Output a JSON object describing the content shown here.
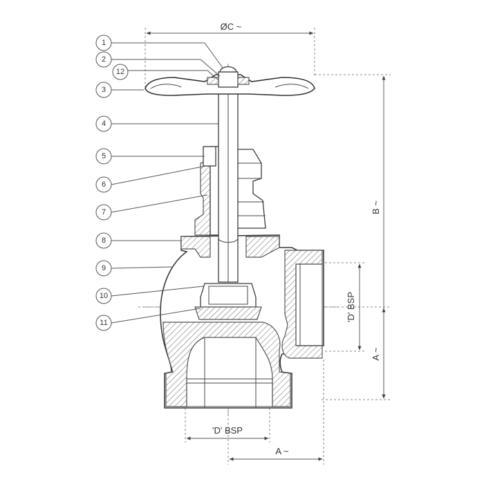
{
  "balloons": [
    {
      "label": "1"
    },
    {
      "label": "2"
    },
    {
      "label": "12"
    },
    {
      "label": "3"
    },
    {
      "label": "4"
    },
    {
      "label": "5"
    },
    {
      "label": "6"
    },
    {
      "label": "7"
    },
    {
      "label": "8"
    },
    {
      "label": "9"
    },
    {
      "label": "10"
    },
    {
      "label": "11"
    }
  ],
  "dimensions": {
    "handwheel_diameter": "ØC ~",
    "height": "B ~",
    "side_port_height": "A ~",
    "bottom_port_offset": "A ~",
    "side_port_thread": "'D' BSP",
    "bottom_port_thread": "'D' BSP"
  },
  "colors": {
    "line": "#3a3a3a",
    "hatch": "#555555",
    "background": "#ffffff"
  }
}
